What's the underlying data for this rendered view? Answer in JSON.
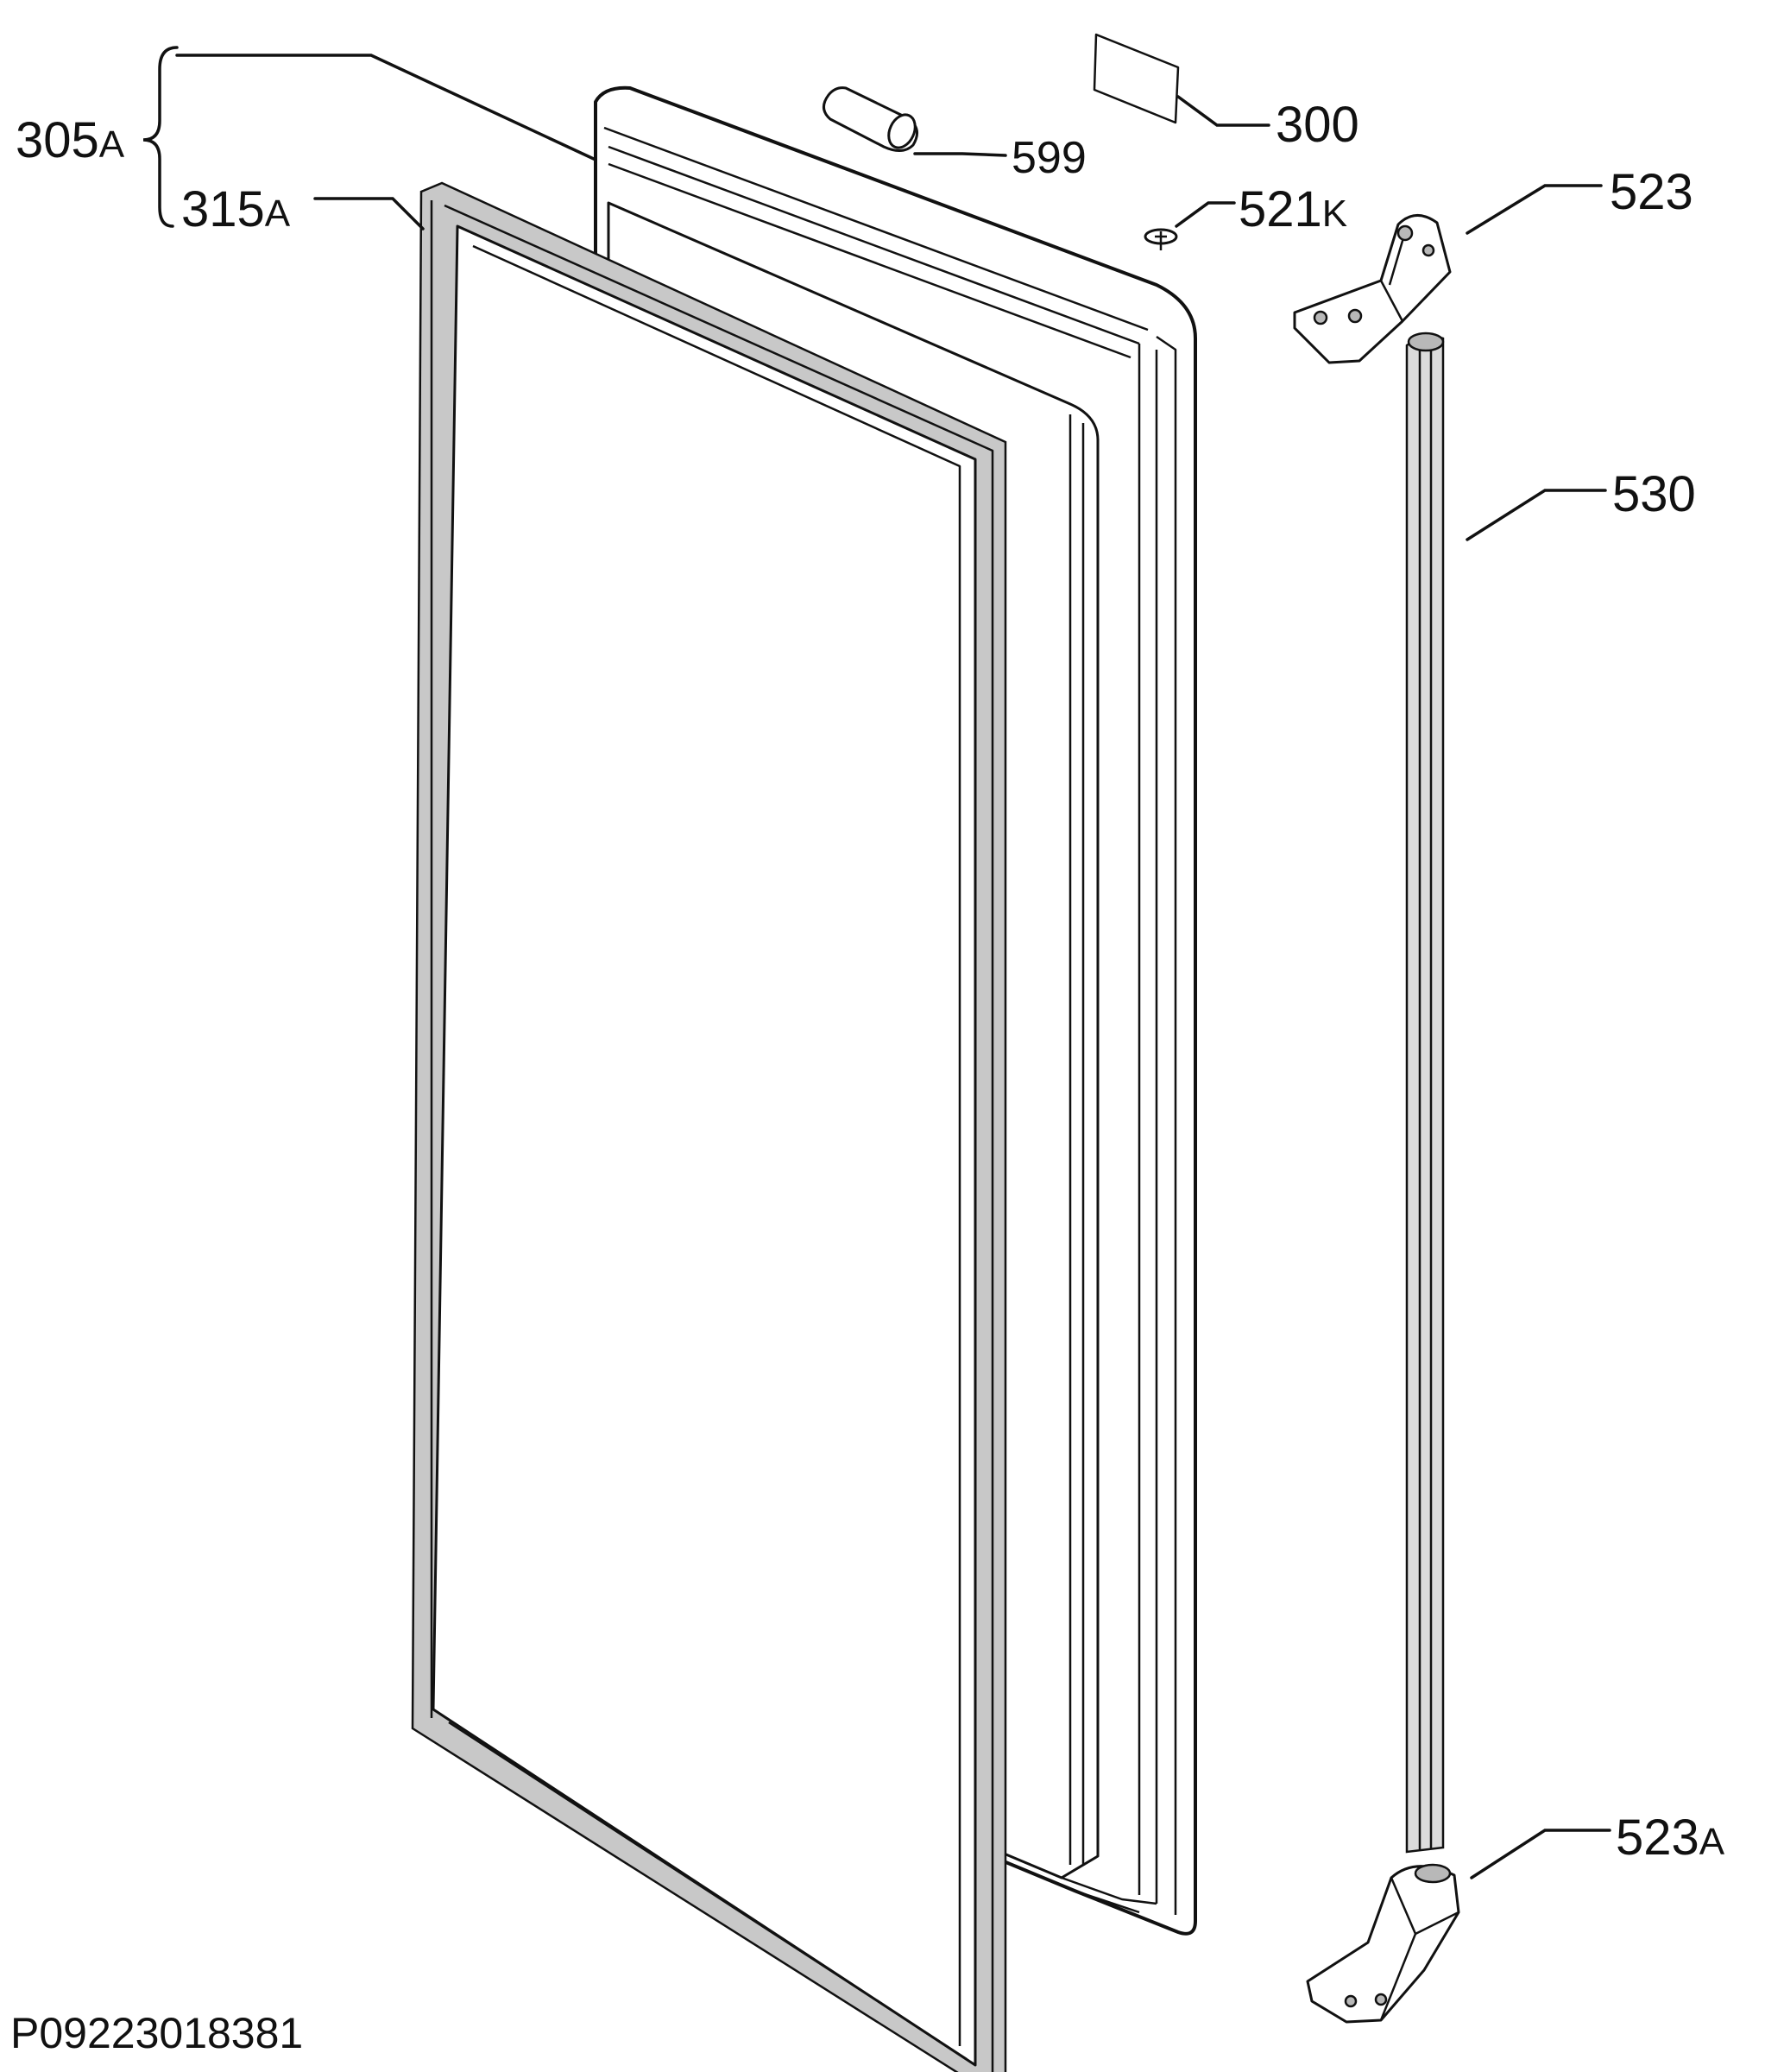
{
  "diagram": {
    "parts": [
      {
        "id": "p305a",
        "number": "305",
        "suffix": "A"
      },
      {
        "id": "p315a",
        "number": "315",
        "suffix": "A"
      },
      {
        "id": "p599",
        "number": "599",
        "suffix": ""
      },
      {
        "id": "p300",
        "number": "300",
        "suffix": ""
      },
      {
        "id": "p521k",
        "number": "521",
        "suffix": "K"
      },
      {
        "id": "p523",
        "number": "523",
        "suffix": ""
      },
      {
        "id": "p530",
        "number": "530",
        "suffix": ""
      },
      {
        "id": "p523a",
        "number": "523",
        "suffix": "A"
      }
    ],
    "document_id": "P09223018381"
  }
}
